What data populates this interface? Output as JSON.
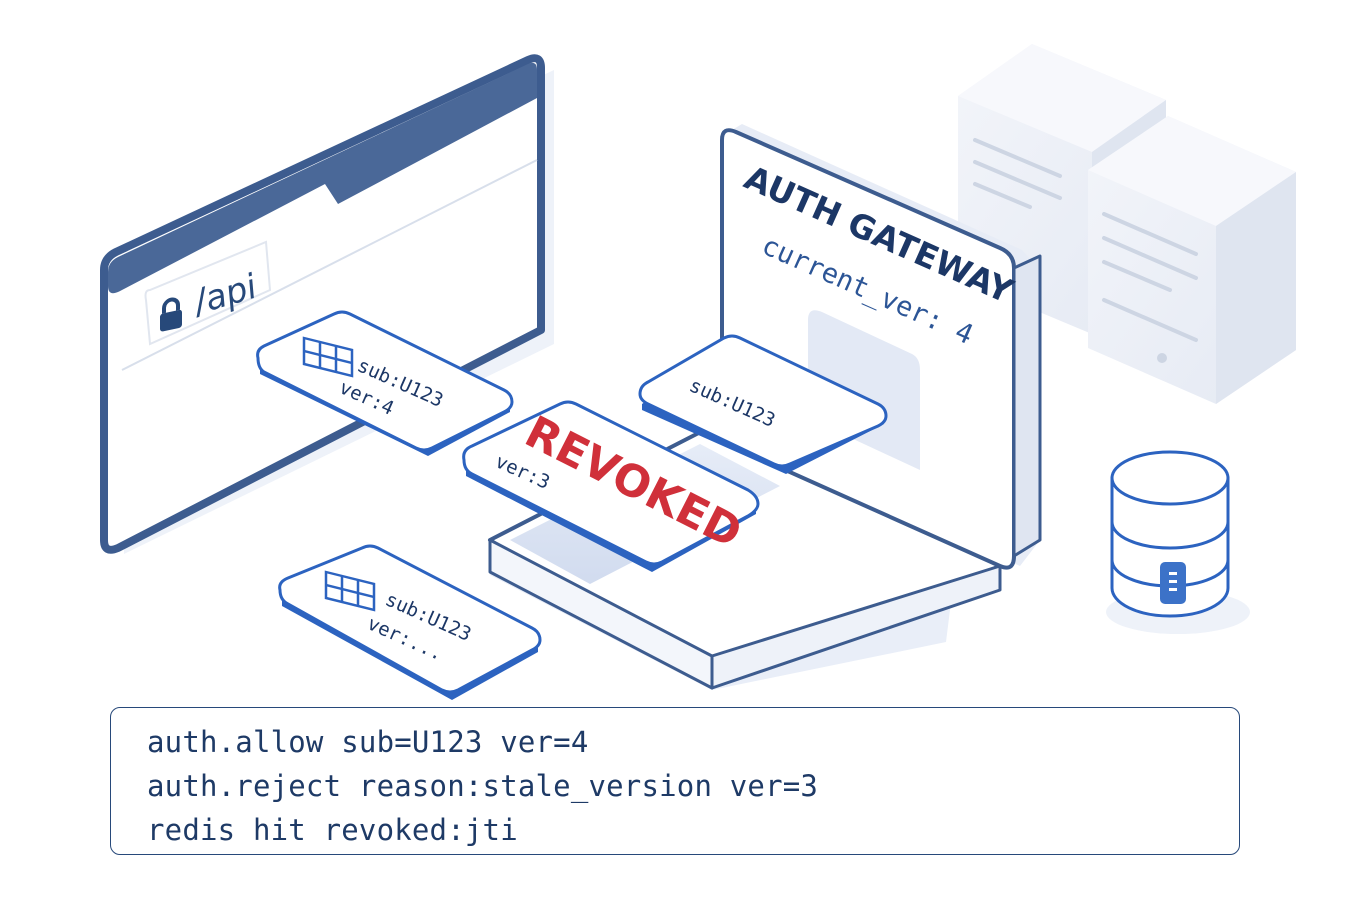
{
  "browser": {
    "url_text": "/api",
    "url_icon": "lock-icon"
  },
  "tokens": {
    "token_a": {
      "sub": "sub:U123",
      "ver": "ver:4",
      "icon": "grid-icon"
    },
    "token_b": {
      "sub": "sub:U123",
      "ver": "ver:...",
      "icon": "grid-icon"
    },
    "token_c": {
      "sub": "sub:U123"
    },
    "token_revoked": {
      "stamp": "REVOKED",
      "ver": "ver:3"
    }
  },
  "gateway": {
    "title": "AUTH GATEWAY",
    "current_ver": "current_ver: 4"
  },
  "servers": {
    "icon": "server-icon"
  },
  "database": {
    "icon": "database-icon"
  },
  "log": {
    "lines": [
      "auth.allow sub=U123 ver=4",
      "auth.reject reason:stale_version ver=3",
      "redis hit revoked:jti"
    ]
  },
  "colors": {
    "navy": "#27497a",
    "blue": "#2c63c0",
    "red": "#d0303a",
    "light": "#eef2f9"
  }
}
